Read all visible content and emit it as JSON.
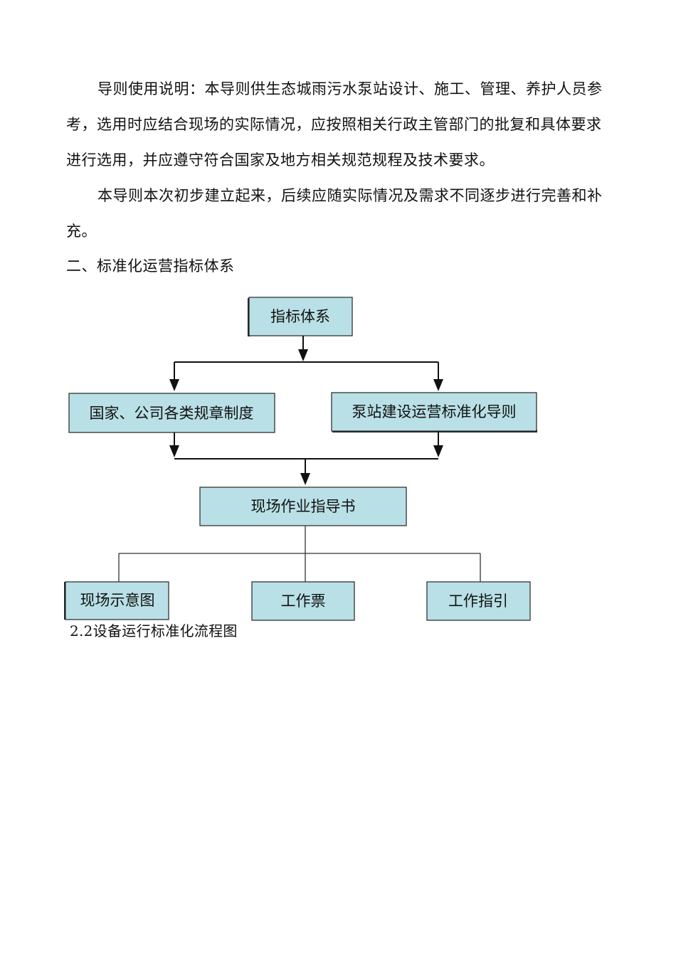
{
  "paragraphs": [
    "导则使用说明：本导则供生态城雨污水泵站设计、施工、管理、养护人员参考，选用时应结合现场的实际情况，应按照相关行政主管部门的批复和具体要求进行选用，并应遵守符合国家及地方相关规范规程及技术要求。",
    "本导则本次初步建立起来，后续应随实际情况及需求不同逐步进行完善和补充。"
  ],
  "section_heading": "二、标准化运营指标体系",
  "diagram": {
    "root": "指标体系",
    "left_source": "国家、公司各类规章制度",
    "right_source": "泵站建设运营标准化导则",
    "middle": "现场作业指导书",
    "leaves": [
      "现场示意图",
      "工作票",
      "工作指引"
    ]
  },
  "caption": "2.2设备运行标准化流程图"
}
